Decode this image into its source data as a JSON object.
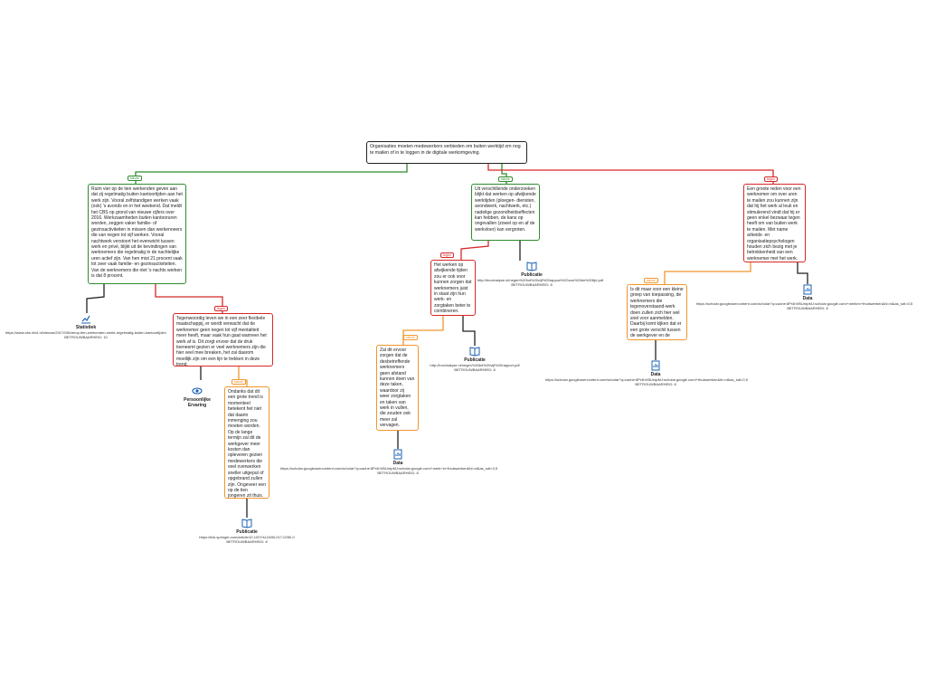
{
  "colors": {
    "green": "#2e8b2e",
    "red": "#d62828",
    "orange": "#f0962c",
    "icon_blue": "#1a5fb4",
    "line_black": "#222222"
  },
  "root": {
    "text": "Organisaties moeten medewerkers verbieden om buiten werktijd om nog te mailen of in te loggen in de digitale werkomgeving."
  },
  "nodes": {
    "left_main": "Ruim vier op de tien werkenden geven aan dat zij regelmatig buiten kantoortijden aan het werk zijn. Vooral zelfstandigen werken vaak (ook) 's avonds en in het weekend. Dat meldt het CBS op grond van nieuwe cijfers over 2016. Werkzaamheden buiten kantooruren worden, zeggen vaker familie- of gezinsactiviteiten in missen dan werkenneers die van negen tot vijf werken. Vooral nachtwerk verstoort het evenwicht tussen werk en privé, blijkt uit de bevindingen van werknemers die regelmatig in de nachtelijke uren actief zijn. Van hen mist 21 procent vaak tot zeer vaak familie- en gezinsactiviteiten. Van de werknemers die niet 's nachts werken is dat 8 procent.",
    "left_sub": "Tegenwoordig leven we in een zeer flexibele maatschappij, er wordt verwacht dat de werknemer geen negen tot vijf mentaliteit meer heeft, maar vaak hun gaat wanneer het werk af is. Dit zorgt ervoor dat de druk toeneemt gezien er veel werknemers zijn die hier veel mee breaken, het zal daarom moeilijk zijn om een lijn te trekken in deze trend.",
    "left_bottom": "Ondanks dat dit een grote trend is momenteel betekent het niet dat daarin inmenging zou moeten worden. Op de lange termijn zal dit de werkgever meer kosten dan opleveren gezien medewerkers die veel overwerken sneller uitgeput of opgebrand zullen zijn. Ongeveer een op de tien jongeren zit thuis.",
    "mid_main": "Uit verschillende onderzoeken blijkt dat werken op afwijkende werktijden (ploegen- diensten, avondwerk, nachtwerk, etc.) nadelige gezondheidseffecten kan hebben, de kans op ongevallen (zowel op en af de werkvloer) kan vergroten.",
    "mid_sub": "Het werken op afwijkende tijden zou er ook voor kunnen zorgen dat werknemers juist in staat zijn hun werk- en zorgtaken beter te combineren.",
    "mid_bottom": "Zal dit ervoor zorgen dat de desbetreffende werknemers geen afstand kunnen doen van deze taken, waardoor zij weer zorgtaken en taken van werk in vullen, die zouden ook meer zal vervagen.",
    "right_main": "Een groote reden voor een werknemer om over uren te mailen zou kunnen zijn dat hij het werk al leuk en stimulerend vindt dat hij er geen enkel bezwaar tegen heeft om van buiten werk te mailen. Met name arbeids- en organisatiepsychologen houden zich bezig met je betrokkenheid van een werknemer met het werk.",
    "right_sub": "Is dit maar voor een kleine groep van toepassing, de werknemers die tegenoverstaand-werk doen zullen zich hier wel snel voor aanmelden. Daarbij komt kijken dat er een grote verschil tussen de werkgever en de werkzaamheden."
  },
  "tags": {
    "left": "steunt",
    "mid": "steunt",
    "right": "tegen",
    "left_sub": "tegen",
    "mid_sub": "tegen",
    "left_bottom": "steunt",
    "mid_bottom": "steunt",
    "right_sub": "steunt"
  },
  "sources": {
    "stat": {
      "icon": "chart-icon",
      "title": "Statistiek",
      "url": "https://www.cbs.nl/nl-nl/nieuws/2017/08/vierop-tien-werkenden-werkt-regelmatig-buiten-kantoortijden",
      "reliability": "BETROUWBAARHEID: 10"
    },
    "persoonlijk": {
      "icon": "eye-icon",
      "title": "Persoonlijke Ervaring"
    },
    "pub_left": {
      "icon": "book-icon",
      "title": "Publicatie",
      "url": "https://link.springer.com/article/10.1007/s12485-017-0250-0",
      "reliability": "BETROUWBAARHEID: 8"
    },
    "pub_mid": {
      "icon": "book-icon",
      "title": "Publicatie",
      "url": "http://tnovinalyse.nl/negen%20tot%20vijf%20rapport%20van%20de%20tijd.pdf",
      "reliability": "BETROUWBAARHEID: 8"
    },
    "pub_mid2": {
      "icon": "book-icon",
      "title": "Publicatie",
      "url": "http://tnovinalyse.nl/negen%20tot%20vijf%20rapport.pdf",
      "reliability": "BETROUWBAARHEID: 8"
    },
    "data_mid": {
      "icon": "data-icon",
      "title": "Data",
      "url": "https://scholar.googleusercontent.com/scholar?q=cache:8Pr4hVBUrdpMJ:scholar.google.com/+werk+in+thuiswerken&hl=nl&as_sdt=0,5",
      "reliability": "BETROUWBAARHEID: 8"
    },
    "data_right": {
      "icon": "data-icon",
      "title": "Data",
      "url": "https://scholar.googleusercontent.com/scholar?q=cache:8Pr4hVBUrdpMJ:scholar.google.com/+werken+thuiswerken&hl=nl&as_sdt=0,5",
      "reliability": "BETROUWBAARHEID: 8"
    },
    "data_right2": {
      "icon": "data-icon",
      "title": "Data",
      "url": "https://scholar.googleusercontent.com/scholar?q=cache:8Pr4hVBUrdpMJ:scholar.google.com/+thuiswerken&hl=nl&as_sdt=0,5",
      "reliability": "BETROUWBAARHEID: 8"
    }
  }
}
